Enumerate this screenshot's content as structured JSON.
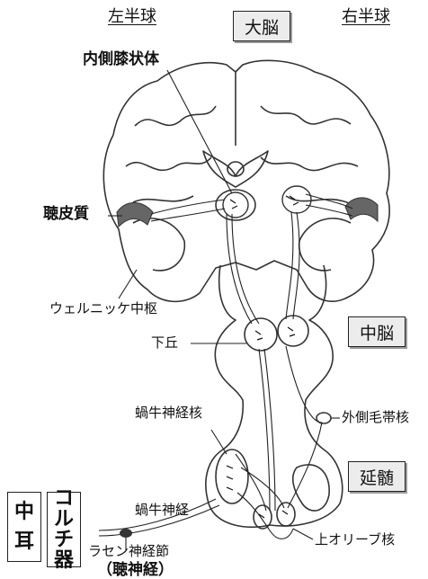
{
  "hemispheres": {
    "left": "左半球",
    "right": "右半球"
  },
  "regions": {
    "cerebrum": "大脳",
    "midbrain": "中脳",
    "medulla": "延髄"
  },
  "labels": {
    "mgn": "内側膝状体",
    "auditory_cortex": "聴皮質",
    "wernicke": "ウェルニッケ中枢",
    "inferior_colliculus": "下丘",
    "cochlear_nucleus": "蝸牛神経核",
    "lateral_lemniscus": "外側毛帯核",
    "cochlear_nerve": "蝸牛神経",
    "spiral_ganglion": "ラセン神経節",
    "auditory_nerve": "（聴神経）",
    "superior_olive": "上オリーブ核"
  },
  "side_boxes": {
    "middle_ear": [
      "中",
      "耳"
    ],
    "cochlea": [
      "コ",
      "ル",
      "チ",
      "器"
    ]
  }
}
